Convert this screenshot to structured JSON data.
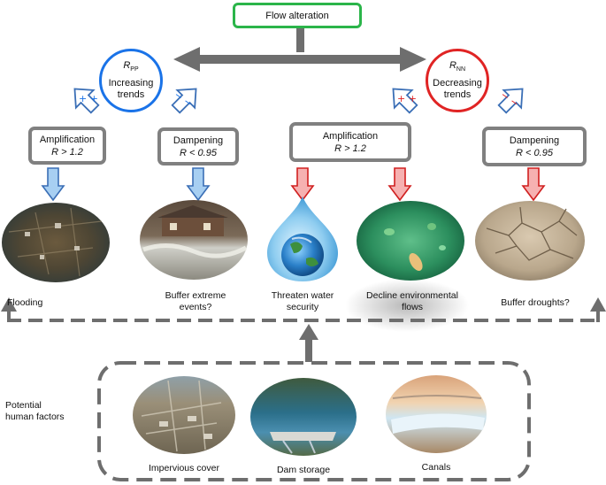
{
  "flow_box": {
    "label": "Flow alteration"
  },
  "circles": [
    {
      "symbol": "R",
      "subscript": "PP",
      "line1": "Increasing",
      "line2": "trends",
      "color": "#1a73e8"
    },
    {
      "symbol": "R",
      "subscript": "NN",
      "line1": "Decreasing",
      "line2": "trends",
      "color": "#e02424"
    }
  ],
  "effects": [
    {
      "title": "Amplification",
      "condition": "R > 1.2"
    },
    {
      "title": "Dampening",
      "condition": "R < 0.95"
    },
    {
      "title": "Amplification",
      "condition": "R > 1.2"
    },
    {
      "title": "Dampening",
      "condition": "R < 0.95"
    }
  ],
  "outcomes": [
    {
      "label": "Flooding",
      "image": "flooded-town-photo"
    },
    {
      "label": "Buffer extreme events?",
      "image": "flood-torrent-house-photo"
    },
    {
      "label": "Threaten water security",
      "image": "earth-water-drop-photo"
    },
    {
      "label": "Decline environmental flows",
      "image": "green-river-fish-photo"
    },
    {
      "label": "Buffer droughts?",
      "image": "cracked-dry-earth-photo"
    }
  ],
  "human_factors": {
    "title": "Potential human factors",
    "items": [
      {
        "label": "Impervious cover",
        "image": "urban-aerial-photo"
      },
      {
        "label": "Dam storage",
        "image": "dam-reservoir-photo"
      },
      {
        "label": "Canals",
        "image": "canal-sunset-photo"
      }
    ]
  },
  "colors": {
    "increase": "#1a73e8",
    "decrease": "#e02424",
    "arrow_gray": "#6e6e6e",
    "flow_border": "#2bb54a"
  }
}
